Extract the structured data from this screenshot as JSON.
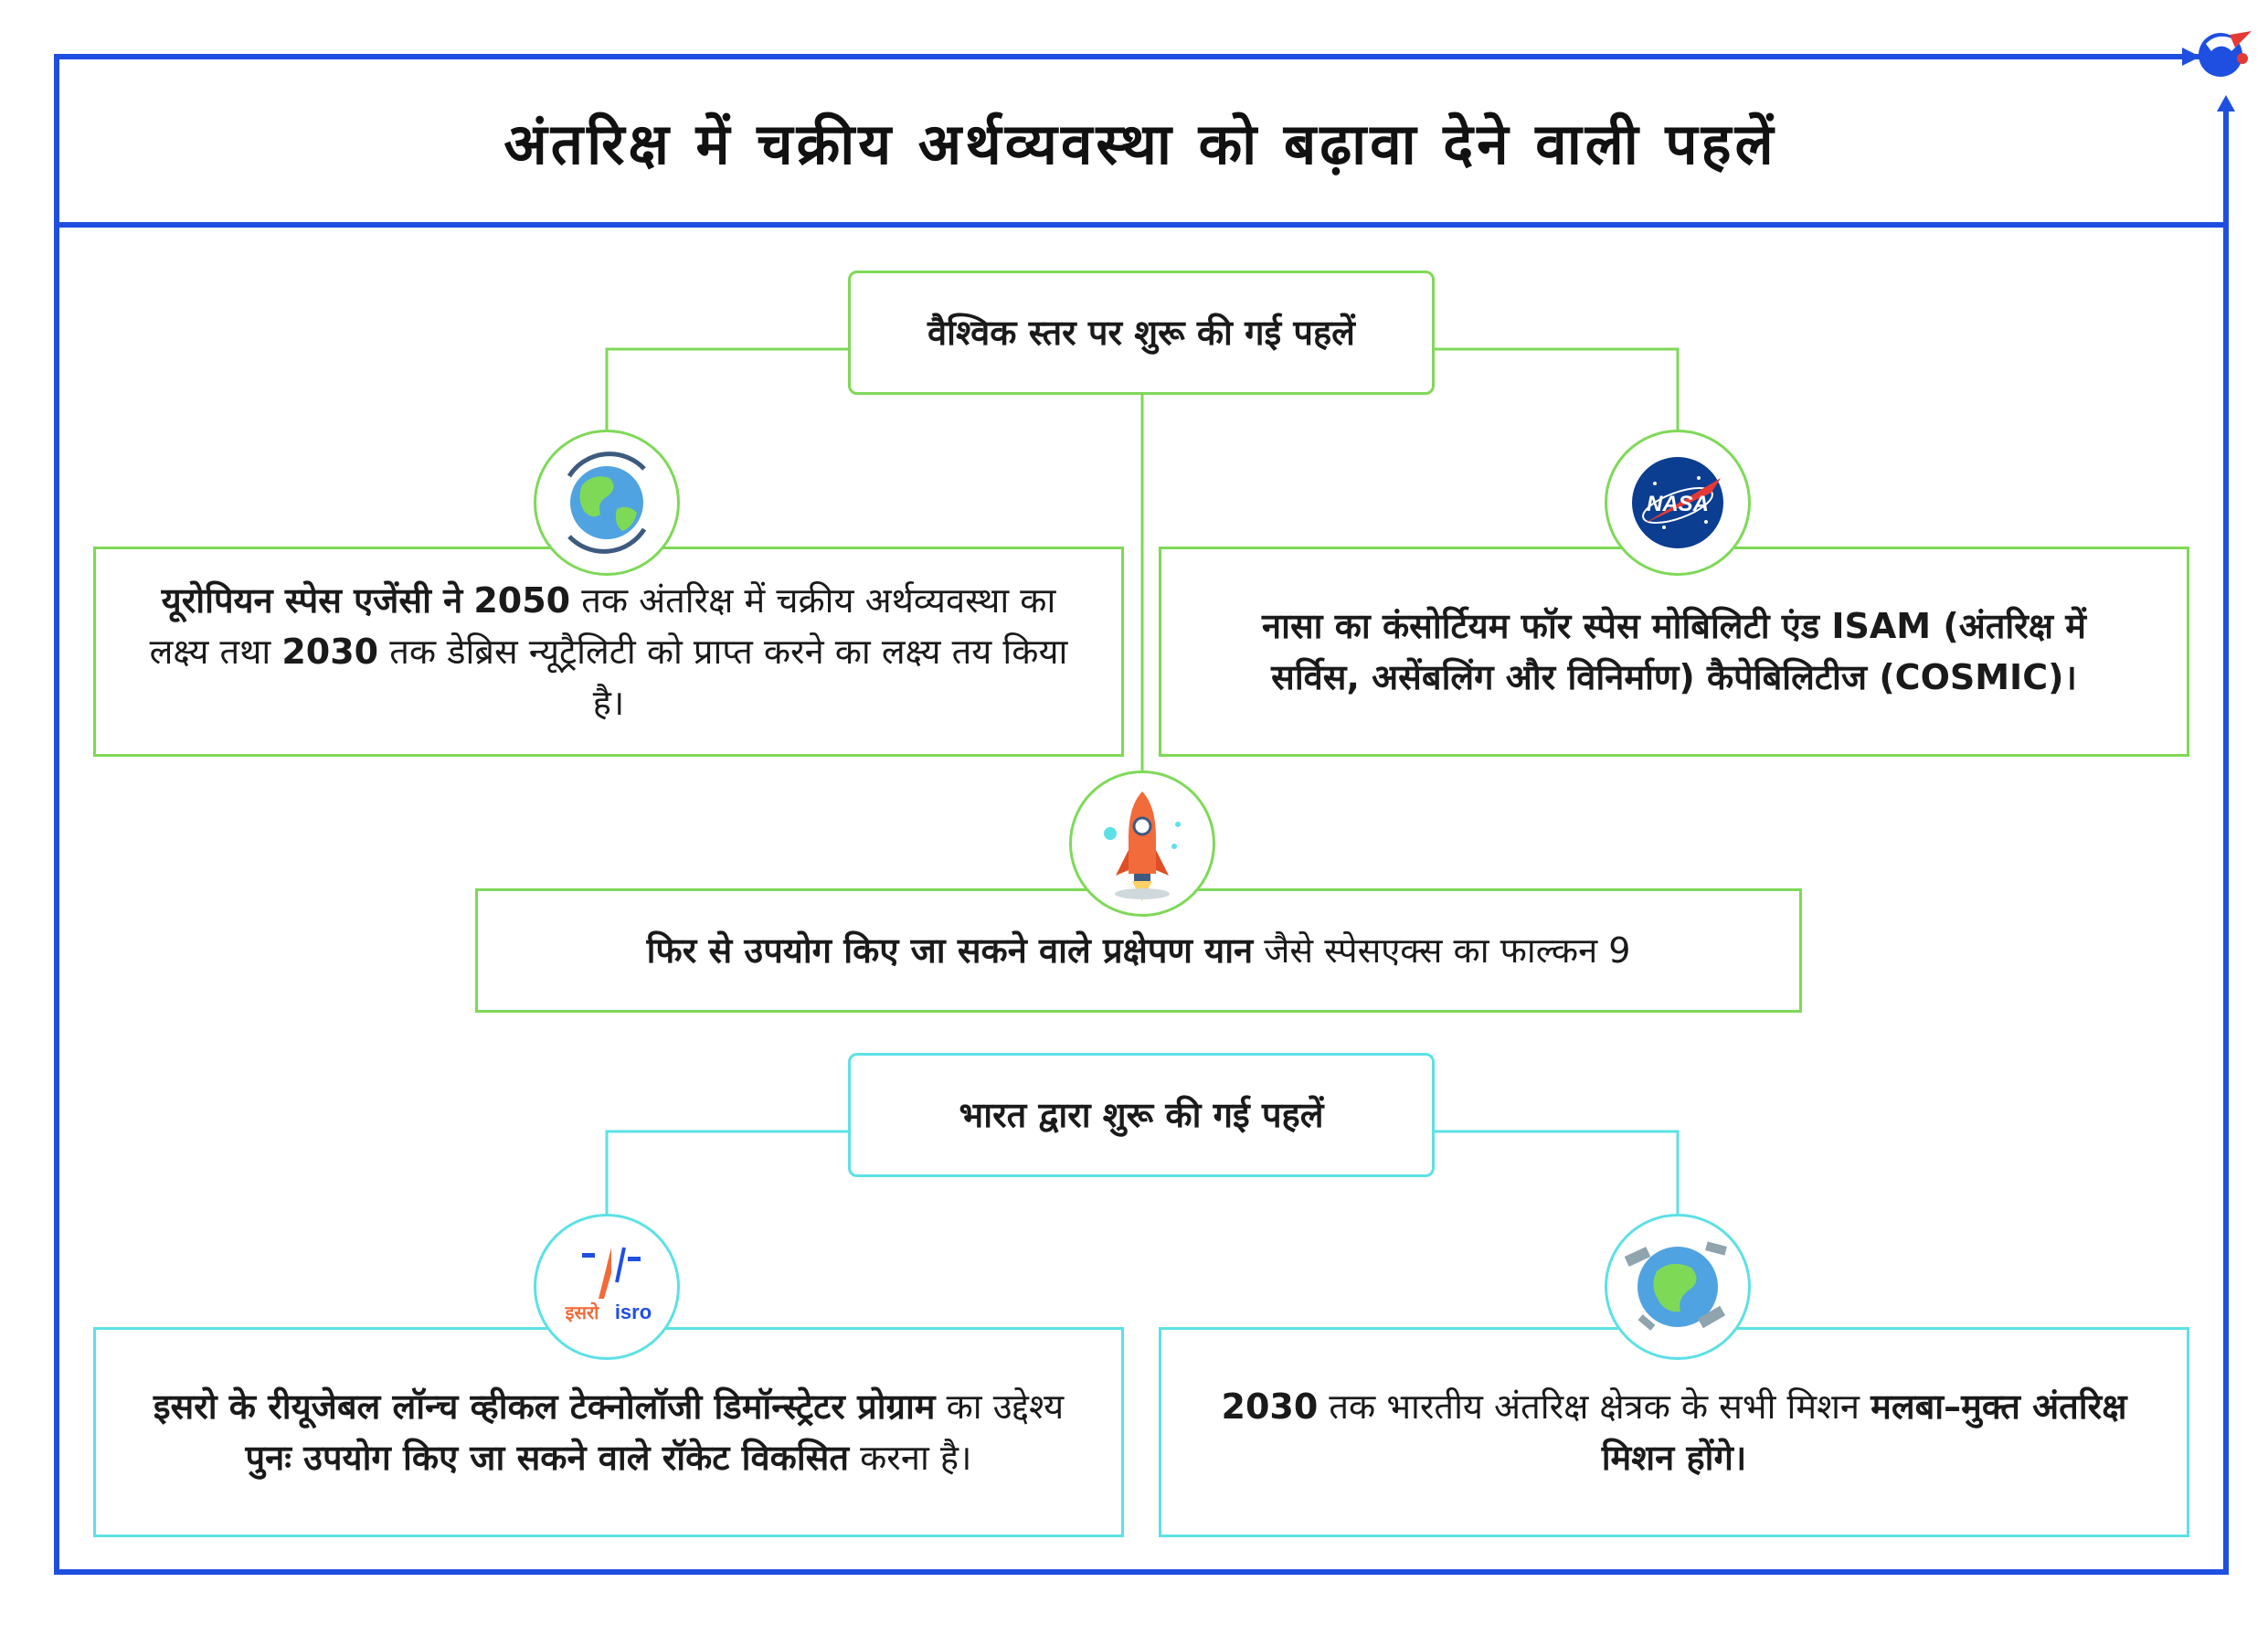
{
  "title": "अंतरिक्ष में चक्रीय अर्थव्यवस्था को बढ़ावा देने वाली पहलें",
  "colors": {
    "frame": "#1f4fe0",
    "global": "#7ed957",
    "india": "#5ce1e6",
    "logo_red": "#e53935"
  },
  "global": {
    "header": "वैश्विक स्तर पर शुरू की गई पहलें",
    "esa": {
      "icon": "earth-icon",
      "b1": "यूरोपियन स्पेस एजेंसी ने",
      "n1": "2050",
      "t1": "तक अंतरिक्ष में चक्रीय अर्थव्यवस्था का लक्ष्य तथा",
      "n2": "2030",
      "t2": "तक डेब्रिस न्यूट्रैलिटी को प्राप्त करने का लक्ष्य तय किया है।"
    },
    "nasa": {
      "icon": "nasa-logo",
      "logo_text": "NASA",
      "text": "नासा का कंसोर्टियम फॉर स्पेस मोबिलिटी एंड ISAM (अंतरिक्ष में सर्विस, असेंबलिंग और विनिर्माण) कैपेबिलिटीज (COSMIC)।"
    },
    "reusable": {
      "icon": "rocket-icon",
      "bold": "फिर से उपयोग किए जा सकने वाले प्रक्षेपण यान",
      "rest": "जैसे स्पेसएक्स का फाल्कन 9"
    }
  },
  "india": {
    "header": "भारत द्वारा शुरू की गई पहलें",
    "isro": {
      "icon": "isro-logo",
      "logo_hindi": "इसरो",
      "logo_english": "isro",
      "b1": "इसरो के रीयूजेबल लॉन्च व्हीकल टेक्नोलॉजी डिमॉन्स्ट्रेटर प्रोग्राम",
      "t1": "का उद्देश्य",
      "b2": "पुनः उपयोग किए जा सकने वाले रॉकेट विकसित",
      "t2": "करना है।"
    },
    "debris": {
      "icon": "space-debris-icon",
      "n1": "2030",
      "t1": "तक भारतीय अंतरिक्ष क्षेत्रक के सभी मिशन",
      "b1": "मलबा–मुक्त अंतरिक्ष मिशन होंगे।"
    }
  }
}
